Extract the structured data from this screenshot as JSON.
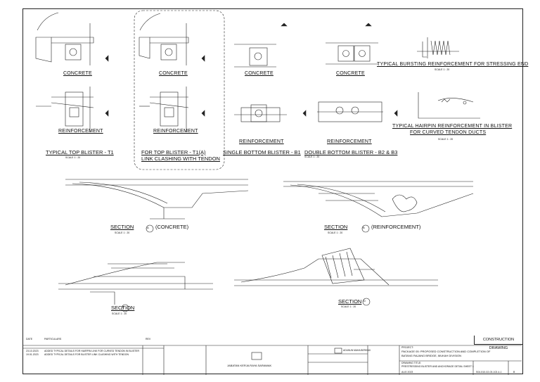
{
  "details": {
    "concrete_1": "CONCRETE",
    "concrete_2": "CONCRETE",
    "concrete_3": "CONCRETE",
    "concrete_4": "CONCRETE",
    "reinf_1": "REINFORCEMENT",
    "reinf_2": "REINFORCEMENT",
    "reinf_3": "REINFORCEMENT",
    "reinf_4": "REINFORCEMENT",
    "title_top_blister": "TYPICAL TOP BLISTER - T1",
    "title_top_blister_t1a_line1": "FOR TOP BLISTER - T1(A)",
    "title_top_blister_t1a_line2": "LINK CLASHING WITH TENDON",
    "title_single_bottom": "SINGLE BOTTOM BLISTER - B1",
    "title_double_bottom": "DOUBLE BOTTOM BLISTER - B2 & B3",
    "title_bursting_line1": "TYPICAL BURSTING REINFORCEMENT FOR STRESSING END",
    "title_hairpin_line1": "TYPICAL HAIRPIN REINFORCEMENT IN BLISTER",
    "title_hairpin_line2": "FOR CURVED TENDON DUCTS",
    "scale": "SCALE 1 : 20",
    "section_concrete": "SECTION",
    "section_concrete_suffix": "(CONCRETE)",
    "section_reinf": "SECTION",
    "section_reinf_suffix": "(REINFORCEMENT)",
    "section_3": "SECTION",
    "section_4": "SECTION",
    "section_mark_a": "A",
    "section_mark_b": "B",
    "section_mark_c": "C",
    "section_mark_d": "D"
  },
  "title_block": {
    "construction_drawing": "CONSTRUCTION DRAWING",
    "rev_header": "REV",
    "date_header": "DATE",
    "particulars_header": "PARTICULARS",
    "rev_rows": [
      {
        "date": "23.10.2023",
        "text": "ADDED TYPICAL DETAILS FOR HAIRPIN LINK FOR CURVED TENDON IN BLISTER"
      },
      {
        "date": "19.01.2023",
        "text": "ADDED TYPICAL DETAILS FOR BLISTER LINK CLASHING WITH TENDON"
      }
    ],
    "client": "JABATAN KERJA RAYA SARAWAK",
    "consultant": "ADUNUN MAHA BERHAD",
    "project_label": "PROJECT:",
    "project_line1": "PACKAGE 05: PROPOSED CONSTRUCTION AND COMPLETION OF",
    "project_line2": "BATANG RAJANG BRIDGE, MUKAH DIVISION",
    "drawing_title_label": "DRAWING TITLE:",
    "drawing_title": "PRESTRESSING BLISTER AND ANCHORAGE DETAIL SHEET 1",
    "drawing_no": "S04-510-02-03-102-4-1",
    "date_value": "AUG 2023",
    "sheet_rev": "B"
  }
}
